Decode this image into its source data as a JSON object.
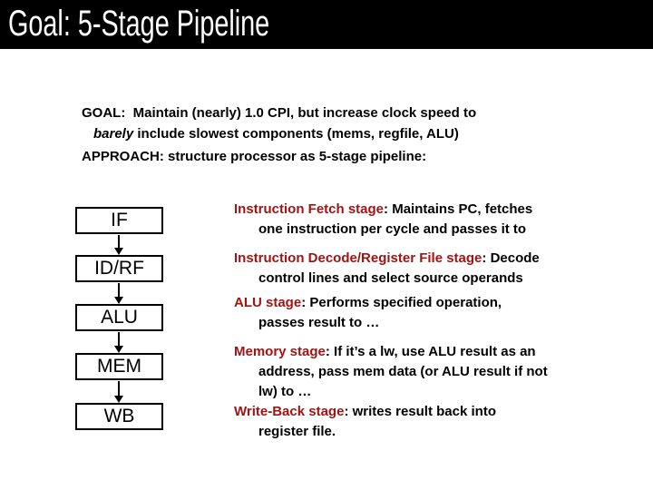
{
  "slide": {
    "title": "Goal: 5-Stage Pipeline",
    "goal": {
      "line1": "GOAL:  Maintain (nearly) 1.0 CPI, but increase clock speed to",
      "line2_italic": "barely",
      "line2_rest": " include slowest components (mems, regfile, ALU)"
    },
    "approach": "APPROACH: structure processor as 5-stage pipeline:",
    "pipeline_boxes": [
      "IF",
      "ID/RF",
      "ALU",
      "MEM",
      "WB"
    ],
    "stages": [
      {
        "label": "Instruction Fetch stage",
        "line1_rest": ": Maintains PC, fetches",
        "line2": "one instruction per cycle and passes it to"
      },
      {
        "label": "Instruction Decode/Register File stage",
        "line1_rest": ": Decode",
        "line2": "control lines and select source operands"
      },
      {
        "label": "ALU stage",
        "line1_rest": ": Performs specified operation,",
        "line2": "passes result to …"
      },
      {
        "label": "Memory stage",
        "line1_rest": ": If it’s a lw, use ALU result as an",
        "line2": "address, pass mem data (or ALU result if not",
        "line3": "lw) to …"
      },
      {
        "label": "Write-Back stage",
        "line1_rest": ": writes result back into",
        "line2": "register file."
      }
    ],
    "colors": {
      "accent_red": "#a01414",
      "title_bg": "#000000",
      "title_fg": "#ffffff"
    }
  }
}
